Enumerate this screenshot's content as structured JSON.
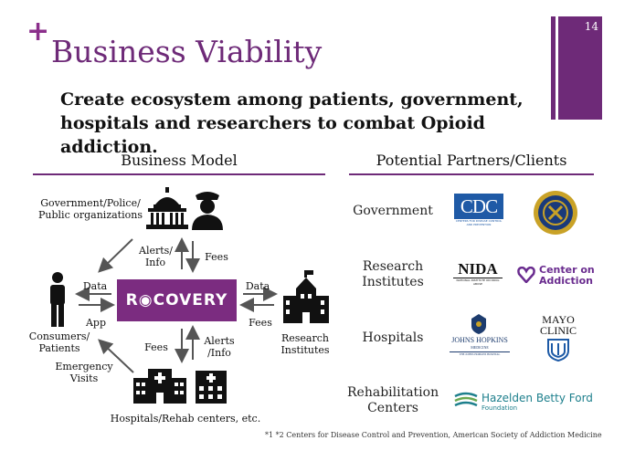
{
  "slide": {
    "page_number": "14",
    "plus": "+",
    "title": "Business Viability",
    "subtitle": "Create ecosystem among patients, government, hospitals and researchers to combat Opioid addiction."
  },
  "business_model": {
    "heading": "Business Model",
    "government": "Government/Police/ Public organizations",
    "consumers": "Consumers/ Patients",
    "research": "Research Institutes",
    "hospitals": "Hospitals/Rehab centers, etc.",
    "center_logo": "R◉COVERY",
    "arrows": {
      "alerts_info_top": "Alerts/ Info",
      "fees_top": "Fees",
      "data_left": "Data",
      "app_left": "App",
      "data_right": "Data",
      "fees_right": "Fees",
      "fees_bottom": "Fees",
      "alerts_info_bottom": "Alerts /Info",
      "emergency_visits": "Emergency Visits"
    }
  },
  "partners": {
    "heading": "Potential Partners/Clients",
    "categories": [
      "Government",
      "Research Institutes",
      "Hospitals",
      "Rehabilitation Centers"
    ],
    "logos": {
      "cdc": "CDC",
      "cdc_sub": "CENTERS FOR DISEASE CONTROL AND PREVENTION",
      "nida": "NIDA",
      "nida_sub": "NATIONAL INSTITUTE ON DRUG ABUSE",
      "coa_line1": "Center on",
      "coa_line2": "Addiction",
      "jh_line1": "JOHNS HOPKINS",
      "jh_line2": "MEDICINE",
      "jh_line3": "THE JOHNS HOPKINS HOSPITAL",
      "mayo_line1": "MAYO",
      "mayo_line2": "CLINIC",
      "hazelden": "Hazelden Betty Ford",
      "hazelden_sub": "Foundation"
    }
  },
  "footnote": "*1 *2  Centers for Disease Control and Prevention, American Society of Addiction Medicine",
  "colors": {
    "brand_purple": "#6e2a78",
    "cdc_blue": "#1f5aa6",
    "coa_purple": "#6a2c8f",
    "hazelden_teal": "#1d7f8c"
  }
}
